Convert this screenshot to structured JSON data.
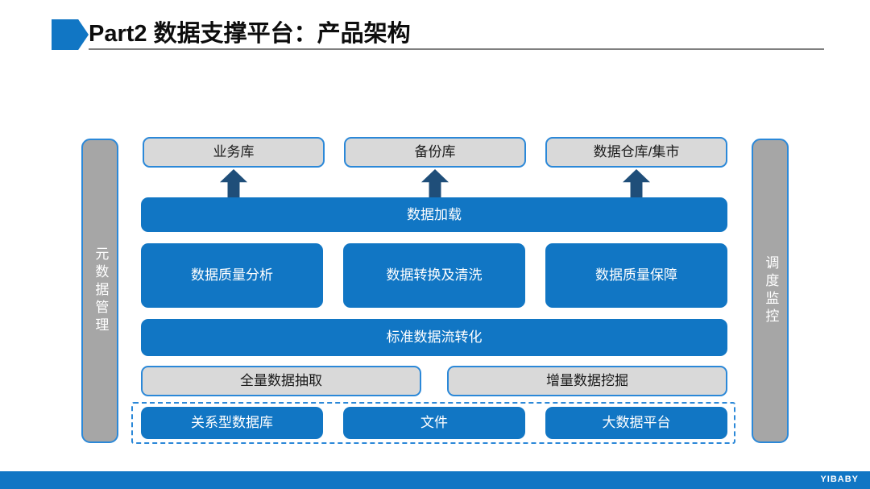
{
  "header": {
    "marker_icon": "pentagon-arrow-icon",
    "title": "Part2 数据支撑平台：产品架构"
  },
  "diagram": {
    "side_pillars": {
      "left": {
        "label": "元数据管理"
      },
      "right": {
        "label": "调度监控"
      }
    },
    "targets": [
      {
        "label": "业务库"
      },
      {
        "label": "备份库"
      },
      {
        "label": "数据仓库/集市"
      }
    ],
    "arrows": [
      {
        "icon": "arrow-up-icon"
      },
      {
        "icon": "arrow-up-icon"
      },
      {
        "icon": "arrow-up-icon"
      }
    ],
    "load_bar": {
      "label": "数据加载"
    },
    "processes": [
      {
        "label": "数据质量分析"
      },
      {
        "label": "数据转换及清洗"
      },
      {
        "label": "数据质量保障"
      }
    ],
    "flow_bar": {
      "label": "标准数据流转化"
    },
    "extraction": [
      {
        "label": "全量数据抽取"
      },
      {
        "label": "增量数据挖掘"
      }
    ],
    "sources": [
      {
        "label": "关系型数据库"
      },
      {
        "label": "文件"
      },
      {
        "label": "大数据平台"
      }
    ]
  },
  "footer": {
    "brand": "YIBABY"
  },
  "colors": {
    "accent_blue": "#1176c4",
    "border_blue": "#2b88d8",
    "arrow_navy": "#1f4e79",
    "box_gray": "#d9d9d9",
    "pillar_gray": "#a6a6a6",
    "rule_gray": "#7f7f7f"
  }
}
